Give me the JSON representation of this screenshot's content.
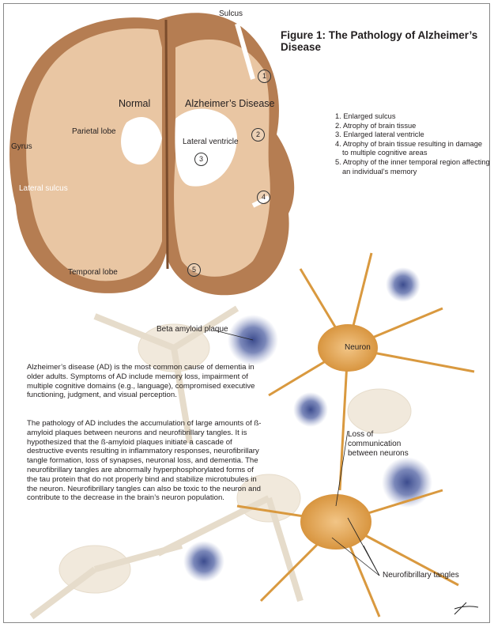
{
  "title": "Figure 1: The Pathology of Alzheimer’s Disease",
  "brain_labels": {
    "sulcus": "Sulcus",
    "normal": "Normal",
    "alzheimers": "Alzheimer’s Disease",
    "parietal": "Parietal lobe",
    "gyrus": "Gyrus",
    "lateral_ventricle": "Lateral ventricle",
    "lateral_sulcus": "Lateral sulcus",
    "temporal": "Temporal lobe"
  },
  "markers": [
    "1",
    "2",
    "3",
    "4",
    "5"
  ],
  "legend": [
    {
      "line1": "1. Enlarged sulcus"
    },
    {
      "line1": "2. Atrophy of brain tissue"
    },
    {
      "line1": "3. Enlarged lateral ventricle"
    },
    {
      "line1": "4. Atrophy of brain tissue resulting in damage",
      "line2": "to multiple cognitive areas"
    },
    {
      "line1": "5. Atrophy of the inner temporal region affecting",
      "line2": "an individual’s memory"
    }
  ],
  "neuron_labels": {
    "plaque": "Beta amyloid plaque",
    "neuron": "Neuron",
    "loss": "Loss of communication between neurons",
    "tangles": "Neurofibrillary tangles"
  },
  "paragraphs": [
    "Alzheimer’s disease (AD) is the most common cause of dementia in older adults. Symptoms of AD include memory loss, impairment of multiple cognitive domains (e.g., language), compromised executive functioning, judgment, and visual perception.",
    "The pathology of AD includes the accumulation of large amounts of ß-amyloid plaques between neurons and neurofibrillary tangles. It is hypothesized that the ß-amyloid plaques initiate a cascade of destructive events resulting in inflammatory responses, neurofibrillary tangle formation, loss of synapses, neuronal loss, and dementia. The neurofibrillary tangles are abnormally hyperphosphorylated forms of the tau protein that do not properly bind and stabilize microtubules in the neuron. Neurofibrillary tangles can also be toxic to the neuron and contribute to the decrease in the brain’s neuron population."
  ],
  "colors": {
    "brain_outer": "#b57d52",
    "brain_inner": "#e9c6a3",
    "neuron_gold": "#e0a453",
    "plaque": "#4a5a9a",
    "ghost_neuron": "#efe6d8"
  }
}
